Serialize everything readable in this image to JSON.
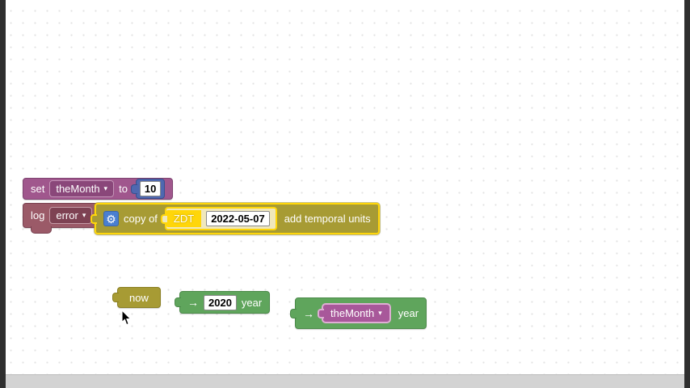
{
  "palette": {
    "variable_plum": "#a0578d",
    "log_maroon": "#9b5a68",
    "math_blue": "#4f68b0",
    "datetime_olive": "#a79b34",
    "selection_yellow": "#ffd60a",
    "getter_green": "#5fa55c",
    "nested_getter_plum": "#a8589a",
    "gear_blue": "#4a7fd0",
    "edge_dark": "#2f2f2f"
  },
  "set_block": {
    "keyword": "set",
    "variable": "theMonth",
    "caret": "▾",
    "to": "to",
    "value": "10"
  },
  "log_block": {
    "keyword": "log",
    "level": "error",
    "caret": "▾"
  },
  "copy_block": {
    "gear_icon": "⚙",
    "label": "copy of",
    "zdt_label": "ZDT",
    "date_value": "2022-05-07",
    "suffix": "add temporal units"
  },
  "now_block": {
    "label": "now"
  },
  "year_2020_block": {
    "arrow_icon": "→",
    "value": "2020",
    "unit": "year"
  },
  "var_year_block": {
    "arrow_icon": "→",
    "variable": "theMonth",
    "caret": "▾",
    "unit": "year"
  }
}
